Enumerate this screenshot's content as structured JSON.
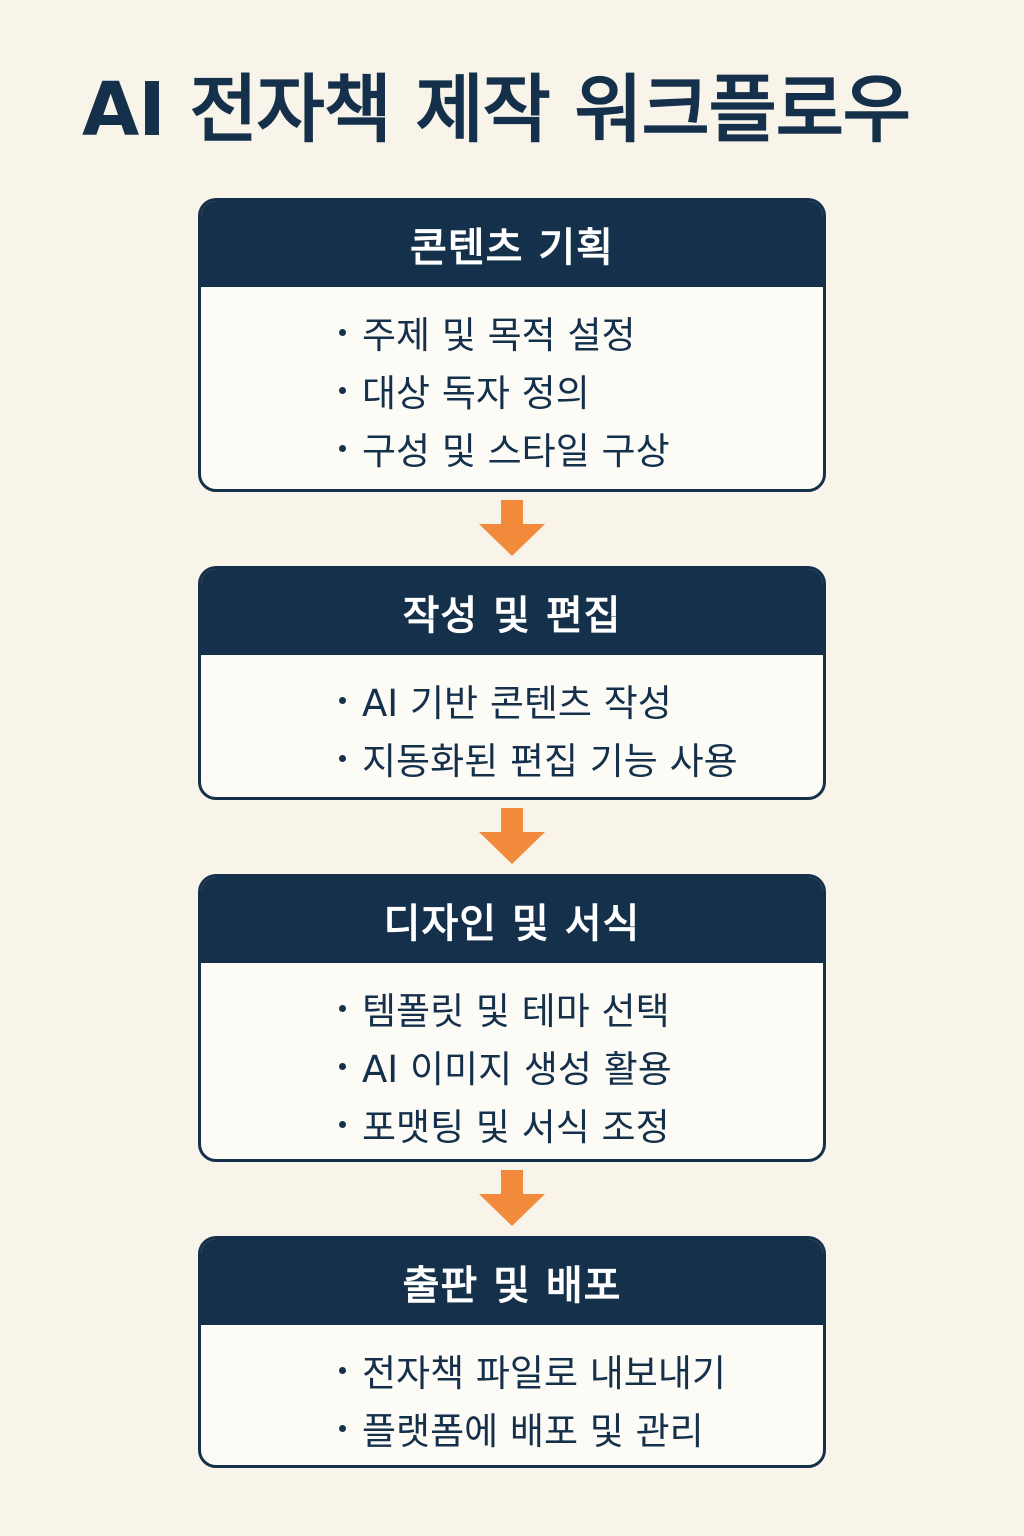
{
  "title": "AI 전자책 제작 워크플로우",
  "colors": {
    "background": "#f8f4ea",
    "navy": "#14304a",
    "arrow": "#f28a3c"
  },
  "steps": [
    {
      "heading": "콘텐츠 기획",
      "items": [
        "주제 및 목적 설정",
        "대상 독자 정의",
        "구성 및 스타일 구상"
      ]
    },
    {
      "heading": "작성 및 편집",
      "items": [
        "AI 기반 콘텐츠 작성",
        "지동화된 편집 기능 사용"
      ]
    },
    {
      "heading": "디자인 및 서식",
      "items": [
        "템폴릿 및 테마 선택",
        "AI 이미지 생성 활용",
        "포맷팅 및 서식 조정"
      ]
    },
    {
      "heading": "출판 및 배포",
      "items": [
        "전자책 파일로 내보내기",
        "플랫폼에 배포 및 관리"
      ]
    }
  ]
}
